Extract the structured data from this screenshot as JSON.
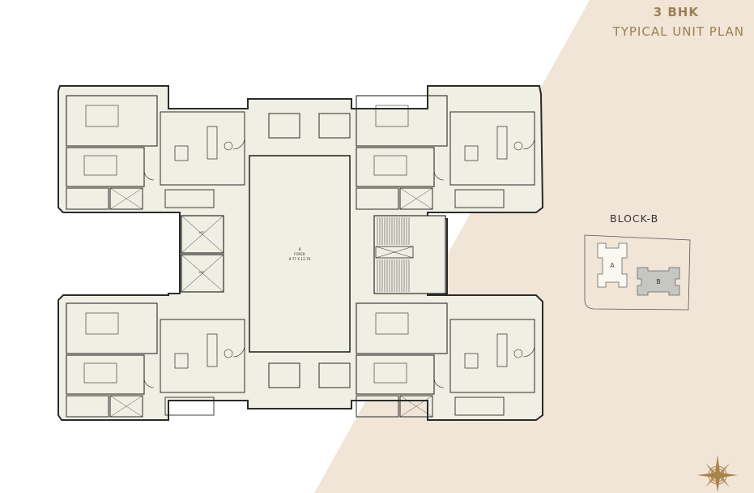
{
  "header": {
    "unit_type": "3 BHK",
    "plan_title": "TYPICAL UNIT PLAN"
  },
  "key_plan": {
    "title": "BLOCK-B",
    "block_a": "A",
    "block_b": "B"
  },
  "foyer": {
    "letter": "B",
    "name": "FOYER",
    "size": "9.77 X 12.76"
  },
  "lift_labels": [
    "LIFT",
    "LIFT"
  ],
  "colors": {
    "background_shape": "#f1e5d8",
    "plan_fill": "#f0efe4",
    "wall": "#2b2b2b",
    "accent_text": "#9c8152",
    "block_b_fill": "#c7c7c2",
    "compass": "#a9824a"
  },
  "icons": [
    "compass-rose-icon"
  ]
}
